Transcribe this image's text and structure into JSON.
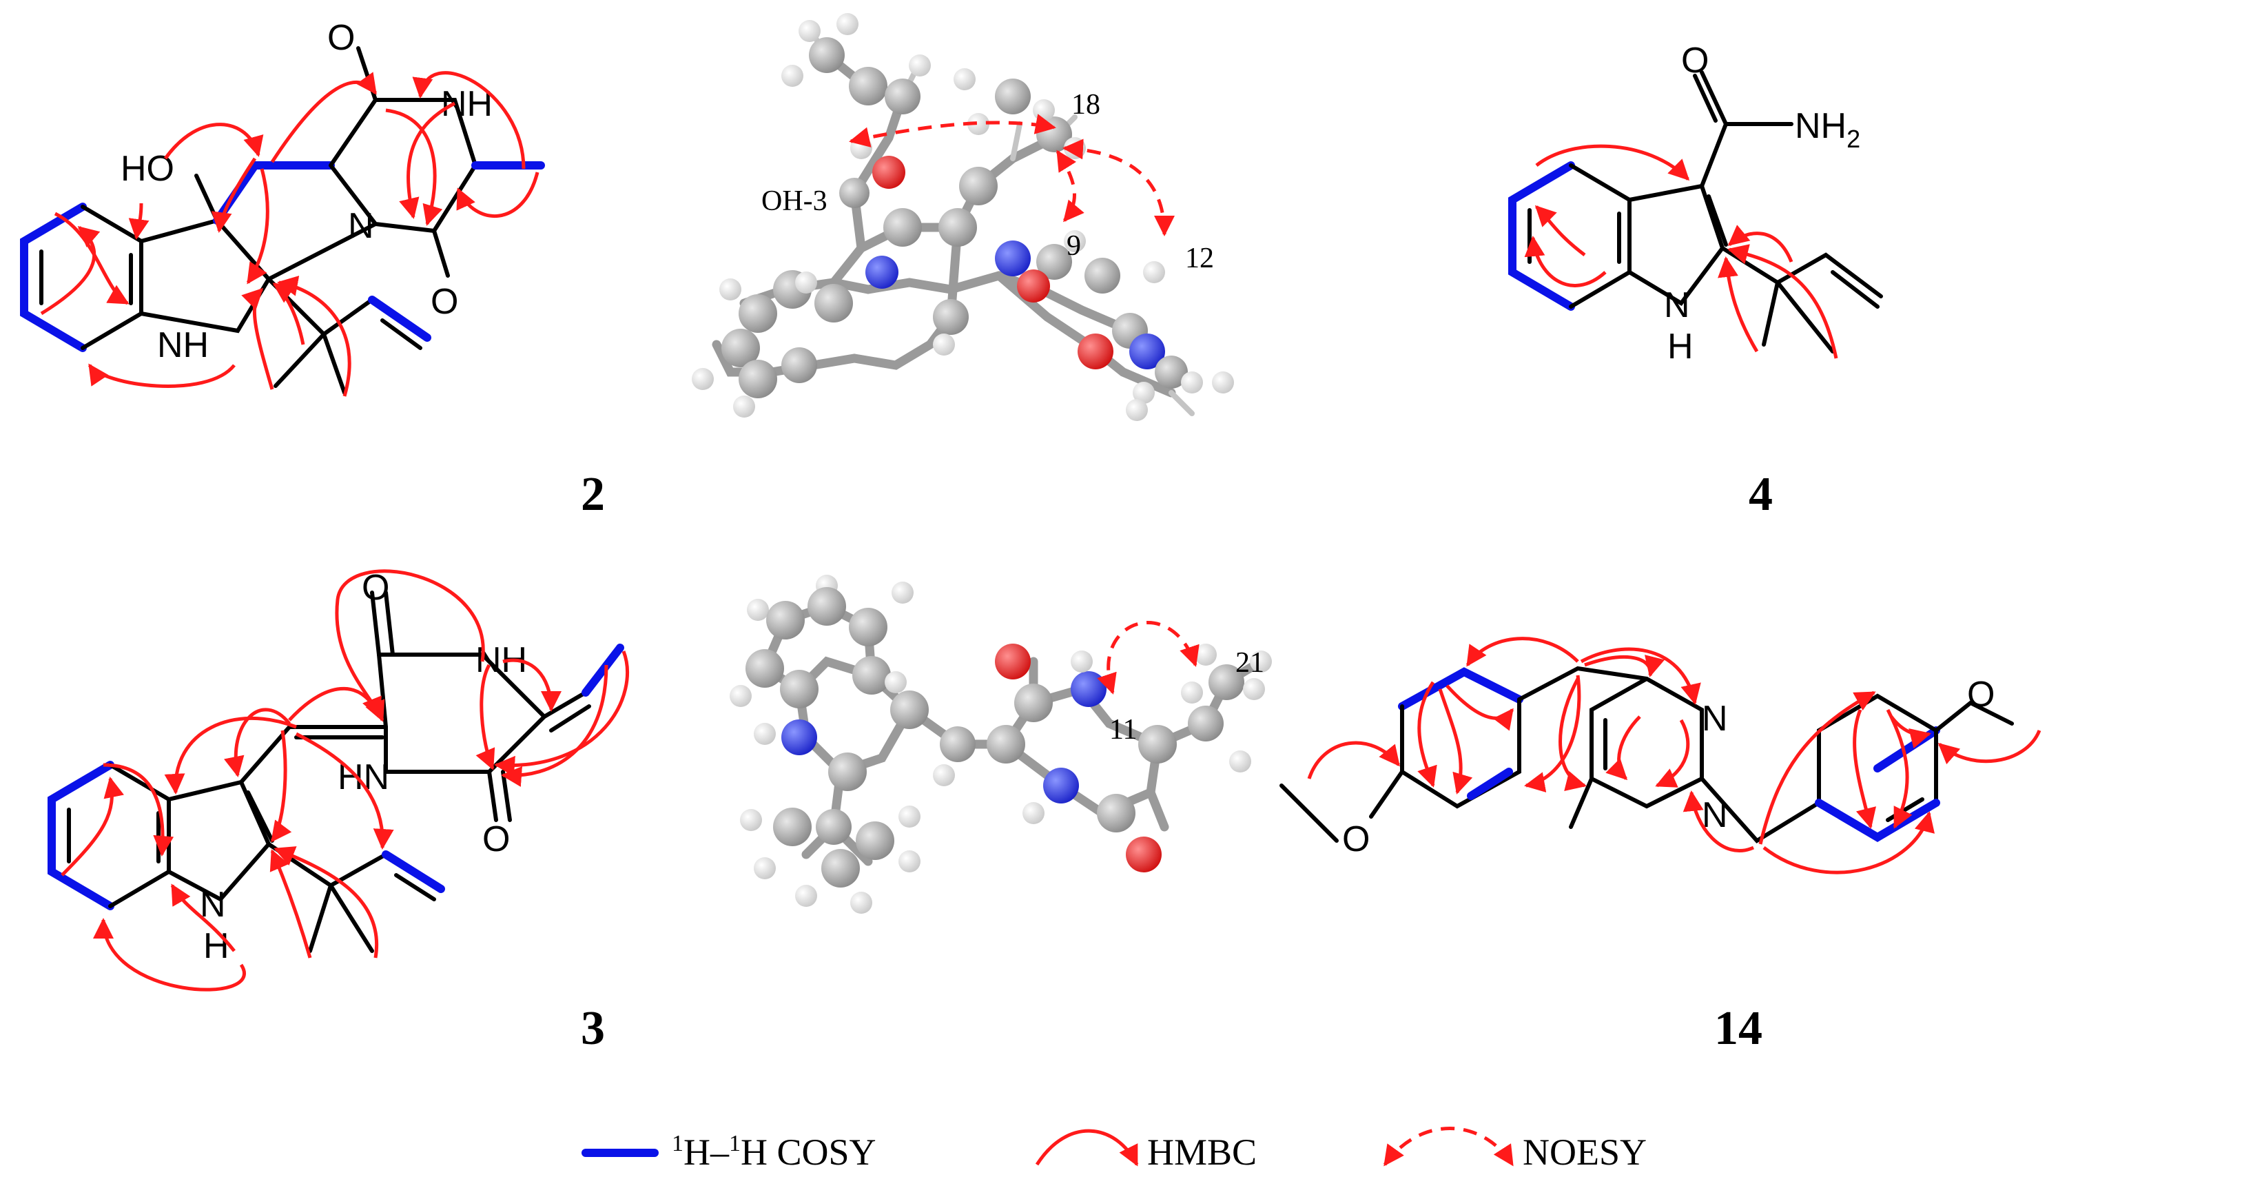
{
  "colors": {
    "cosy": "#0a12e8",
    "hmbc": "#ff1a1a",
    "noesy": "#ff1a1a",
    "carbon": "#9a9a9a",
    "hydrogen": "#e6e6e6",
    "nitrogen": "#2436e8",
    "oxygen": "#ee1c1c"
  },
  "compounds": [
    {
      "number": "2",
      "atoms": {
        "o_top": "O",
        "nh_top": "NH",
        "n_mid": "N",
        "o_bottom": "O",
        "ho": "HO",
        "nh_left": "NH"
      },
      "model_labels": {
        "h18": "18",
        "oh3": "OH-3",
        "h9": "9",
        "h12": "12"
      }
    },
    {
      "number": "4",
      "atoms": {
        "o": "O",
        "nh2": "NH",
        "nh2_sub": "2",
        "n": "N",
        "h": "H"
      }
    },
    {
      "number": "3",
      "atoms": {
        "o_top": "O",
        "nh_top": "NH",
        "hn": "HN",
        "o_bottom": "O",
        "n": "N",
        "h": "H"
      },
      "model_labels": {
        "h11": "11",
        "h21": "21"
      }
    },
    {
      "number": "14",
      "atoms": {
        "n_top": "N",
        "n_bottom": "N",
        "o_left": "O",
        "o_right": "O"
      }
    }
  ],
  "legend": {
    "cosy_sup1": "1",
    "cosy_mid": "H–",
    "cosy_sup2": "1",
    "cosy_end": "H COSY",
    "hmbc": "HMBC",
    "noesy": "NOESY"
  }
}
